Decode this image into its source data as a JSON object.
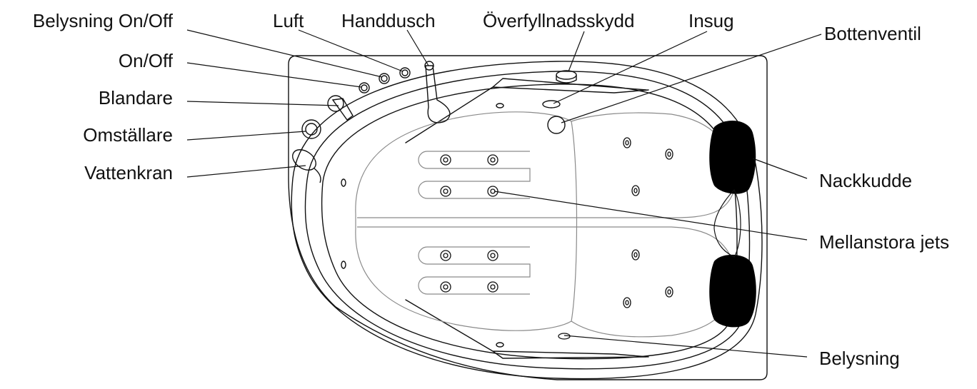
{
  "diagram": {
    "labels": {
      "belysning_onoff": "Belysning On/Off",
      "onoff": "On/Off",
      "blandare": "Blandare",
      "omstallare": "Omställare",
      "vattenkran": "Vattenkran",
      "luft": "Luft",
      "handdusch": "Handdusch",
      "overfyllnadsskydd": "Överfyllnadsskydd",
      "insug": "Insug",
      "bottenventil": "Bottenventil",
      "nackkudde": "Nackkudde",
      "mellanstora_jets": "Mellanstora jets",
      "belysning": "Belysning"
    },
    "colors": {
      "line": "#111111",
      "inner_line": "#8a8a8a",
      "pillow": "#000000",
      "background": "#ffffff"
    }
  }
}
